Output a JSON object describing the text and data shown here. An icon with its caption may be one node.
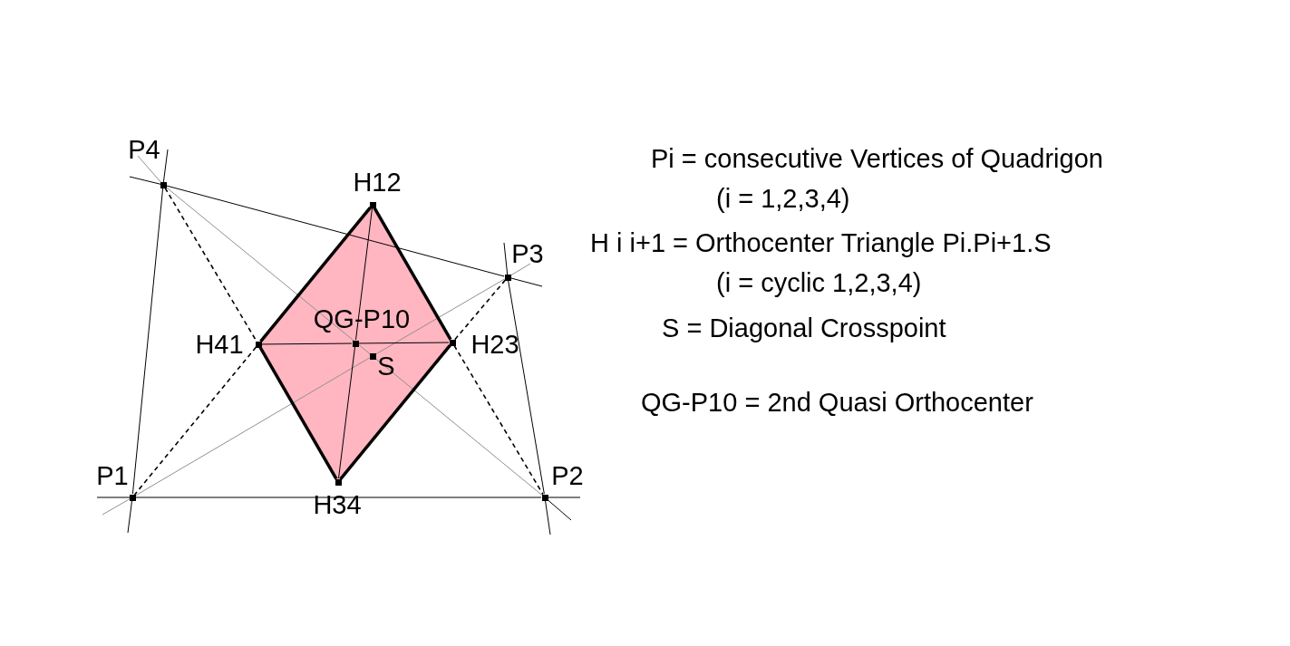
{
  "diagram": {
    "nodes": [
      {
        "text": [
          "P4"
        ]
      },
      {
        "text": [
          "H12"
        ]
      },
      {
        "text": [
          "P3"
        ]
      },
      {
        "text": [
          "H41"
        ]
      },
      {
        "text": [
          "QG-P10"
        ]
      },
      {
        "text": [
          "H23"
        ]
      },
      {
        "text": [
          "S"
        ]
      },
      {
        "text": [
          "P1"
        ]
      },
      {
        "text": [
          "H34"
        ]
      },
      {
        "text": [
          "P2"
        ]
      }
    ],
    "edges": [
      {
        "from": 7,
        "to": 9,
        "arrow": "none"
      },
      {
        "from": 9,
        "to": 2,
        "arrow": "none"
      },
      {
        "from": 2,
        "to": 0,
        "arrow": "none"
      },
      {
        "from": 0,
        "to": 7,
        "arrow": "none"
      },
      {
        "from": 7,
        "to": 6,
        "arrow": "none",
        "color": "#909090"
      },
      {
        "from": 6,
        "to": 2,
        "arrow": "none",
        "color": "#909090"
      },
      {
        "from": 9,
        "to": 6,
        "arrow": "none",
        "color": "#909090"
      },
      {
        "from": 6,
        "to": 0,
        "arrow": "none",
        "color": "#909090"
      },
      {
        "from": 0,
        "to": 3,
        "arrow": "none",
        "style": "dashed"
      },
      {
        "from": 3,
        "to": 7,
        "arrow": "none",
        "style": "dashed"
      },
      {
        "from": 2,
        "to": 5,
        "arrow": "none",
        "style": "dashed"
      },
      {
        "from": 5,
        "to": 9,
        "arrow": "none",
        "style": "dashed"
      },
      {
        "from": 1,
        "to": 5,
        "arrow": "none",
        "style": "thick"
      },
      {
        "from": 5,
        "to": 8,
        "arrow": "none",
        "style": "thick"
      },
      {
        "from": 8,
        "to": 3,
        "arrow": "none",
        "style": "thick"
      },
      {
        "from": 3,
        "to": 1,
        "arrow": "none",
        "style": "thick"
      },
      {
        "from": 3,
        "to": 4,
        "arrow": "none"
      },
      {
        "from": 4,
        "to": 5,
        "arrow": "none"
      },
      {
        "from": 1,
        "to": 4,
        "arrow": "none"
      },
      {
        "from": 4,
        "to": 8,
        "arrow": "none"
      }
    ],
    "labels": [
      "Pi = consecutive Vertices of Quadrigon",
      "(i = 1,2,3,4)",
      "H i i+1 = Orthocenter Triangle Pi.Pi+1.S",
      "(i = cyclic 1,2,3,4)",
      "S = Diagonal Crosspoint",
      "QG-P10 = 2nd Quasi Orthocenter"
    ]
  }
}
